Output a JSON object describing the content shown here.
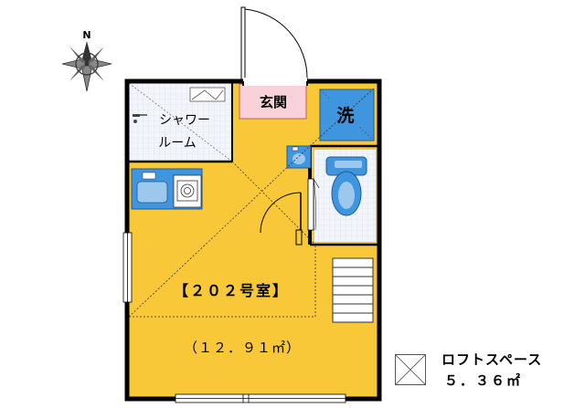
{
  "compass": {
    "label": "N"
  },
  "rooms": {
    "entrance": "玄関",
    "washer": "洗",
    "shower": [
      "シャワー",
      "ルーム"
    ],
    "unit": "【２０２号室】",
    "area": "（１２．９１㎡）"
  },
  "legend": {
    "label": "ロフトスペース",
    "area": "５．３６㎡"
  },
  "colors": {
    "floor": "#F8C839",
    "fixture": "#3F95DE",
    "entrance": "#F8D2D8",
    "wall": "#000000",
    "bath_floor": "#EEF3F8"
  }
}
